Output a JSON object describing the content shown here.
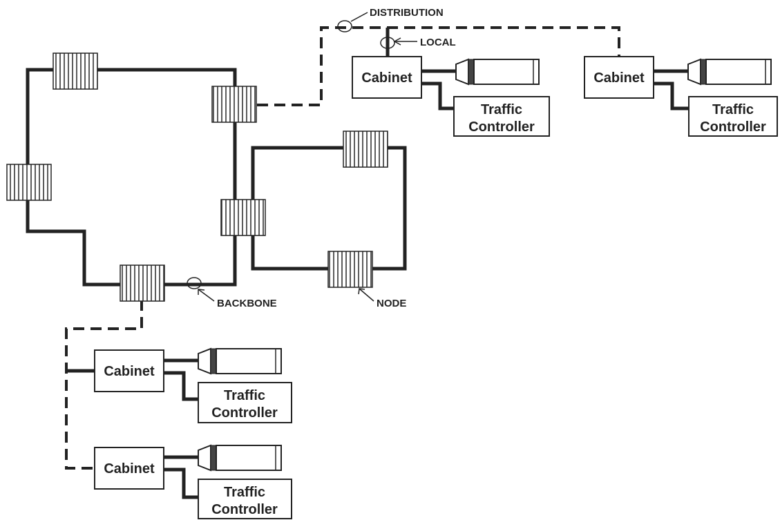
{
  "labels": {
    "distribution": "DISTRIBUTION",
    "local": "LOCAL",
    "backbone": "BACKBONE",
    "node": "NODE"
  },
  "cabinets": [
    {
      "label": "Cabinet",
      "controller": [
        "Traffic",
        "Controller"
      ]
    },
    {
      "label": "Cabinet",
      "controller": [
        "Traffic",
        "Controller"
      ]
    },
    {
      "label": "Cabinet",
      "controller": [
        "Traffic",
        "Controller"
      ]
    },
    {
      "label": "Cabinet",
      "controller": [
        "Traffic",
        "Controller"
      ]
    }
  ],
  "colors": {
    "line": "#222222",
    "background": "#ffffff"
  }
}
